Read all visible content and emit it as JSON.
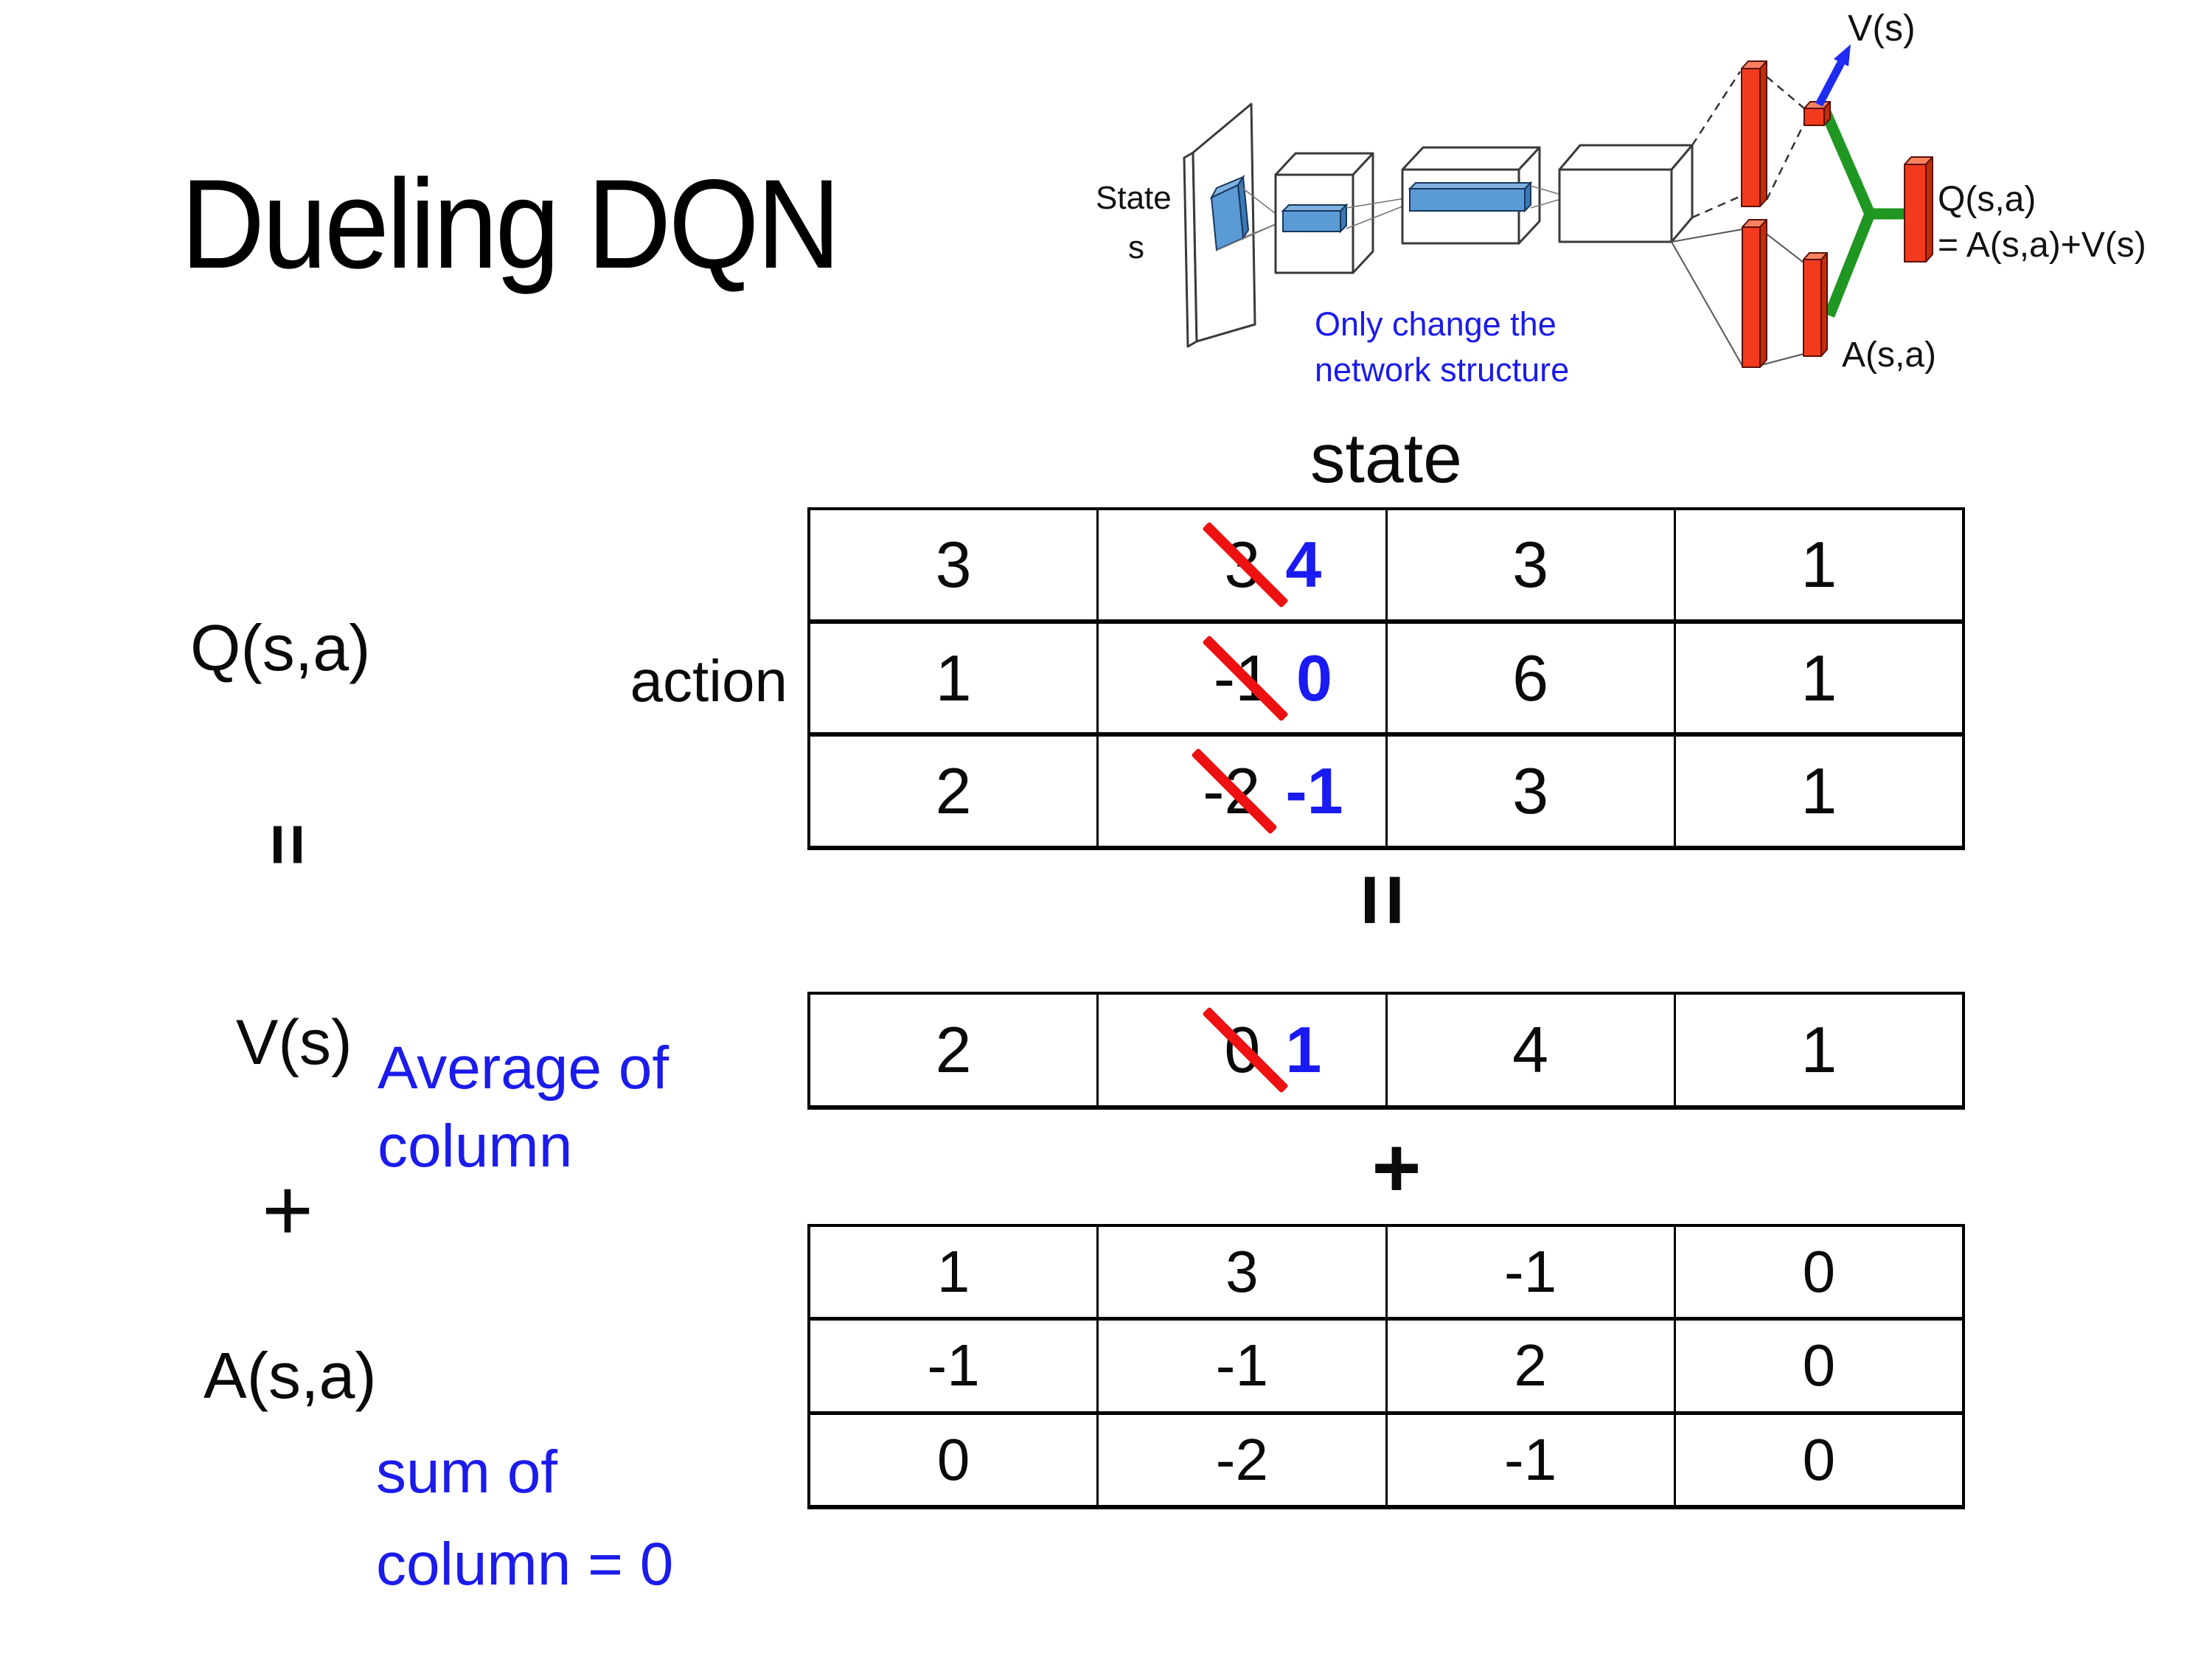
{
  "slide": {
    "title": "Dueling DQN"
  },
  "network_diagram": {
    "input_label_line1": "State",
    "input_label_line2": "s",
    "note_line1": "Only change the",
    "note_line2": "network structure",
    "v_output_label": "V(s)",
    "a_output_label": "A(s,a)",
    "q_output_label_line1": "Q(s,a)",
    "q_output_label_line2": "= A(s,a)+V(s)"
  },
  "equation": {
    "q_label": "Q(s,a)",
    "v_label": "V(s)",
    "a_label": "A(s,a)",
    "equals_left": "=",
    "equals_center": "=",
    "plus_left": "+",
    "plus_center": "+",
    "state_header": "state",
    "action_label": "action",
    "avg_note_line1": "Average of",
    "avg_note_line2": "column",
    "sum_note_line1": "sum of",
    "sum_note_line2": "column = 0"
  },
  "q_table": {
    "rows": [
      [
        {
          "v": "3"
        },
        {
          "old": "3",
          "new": "4"
        },
        {
          "v": "3"
        },
        {
          "v": "1"
        }
      ],
      [
        {
          "v": "1"
        },
        {
          "old": "-1",
          "new": "0"
        },
        {
          "v": "6"
        },
        {
          "v": "1"
        }
      ],
      [
        {
          "v": "2"
        },
        {
          "old": "-2",
          "new": "-1"
        },
        {
          "v": "3"
        },
        {
          "v": "1"
        }
      ]
    ]
  },
  "v_table": {
    "rows": [
      [
        {
          "v": "2"
        },
        {
          "old": "0",
          "new": "1"
        },
        {
          "v": "4"
        },
        {
          "v": "1"
        }
      ]
    ]
  },
  "a_table": {
    "rows": [
      [
        {
          "v": "1"
        },
        {
          "v": "3"
        },
        {
          "v": "-1"
        },
        {
          "v": "0"
        }
      ],
      [
        {
          "v": "-1"
        },
        {
          "v": "-1"
        },
        {
          "v": "2"
        },
        {
          "v": "0"
        }
      ],
      [
        {
          "v": "0"
        },
        {
          "v": "-2"
        },
        {
          "v": "-1"
        },
        {
          "v": "0"
        }
      ]
    ]
  },
  "colors": {
    "annotation_blue": "#1b1beb",
    "correction_blue": "#1a1af2",
    "strike_red": "#ee1111",
    "bar_red": "#f23b1c",
    "link_green": "#1f9722",
    "conv_blue": "#5b9bd5"
  }
}
